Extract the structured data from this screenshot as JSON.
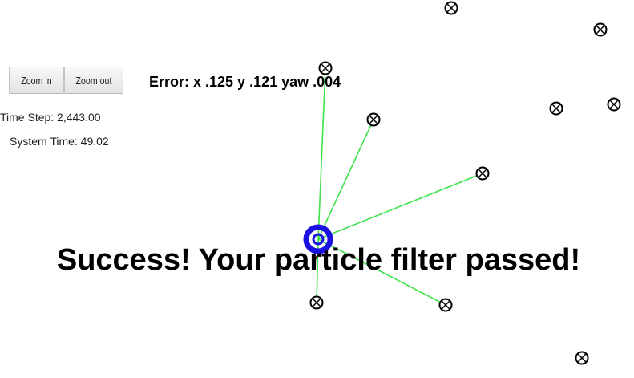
{
  "controls": {
    "zoom_in_label": "Zoom in",
    "zoom_out_label": "Zoom out"
  },
  "stats": {
    "time_step": "Time Step: 2,443.00",
    "system_time": "System Time: 49.02"
  },
  "error_text": "Error: x .125 y .121 yaw .004",
  "success_text": "Success! Your particle filter passed!",
  "colors": {
    "vehicle": "#1a10e0",
    "observation_line": "#3ee24a",
    "landmark": "#000000"
  },
  "icons": {
    "landmark": "landmark-x-icon",
    "vehicle": "vehicle-ring-icon"
  }
}
